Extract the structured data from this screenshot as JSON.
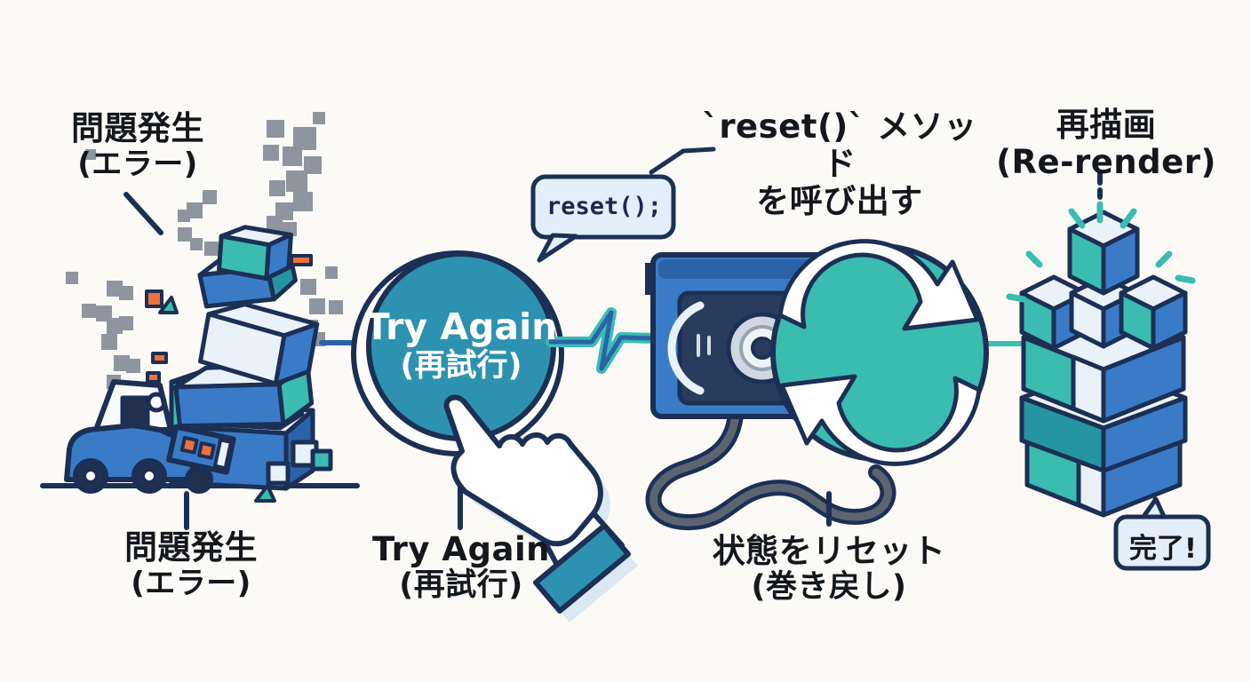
{
  "meta": {
    "title": "Error retry flow diagram (Try Again / reset)"
  },
  "colors": {
    "bg": "#fbfaf7",
    "ink": "#14171c",
    "navy": "#1c2f55",
    "blue": "#3a7bc8",
    "blue_dark": "#2b63a9",
    "teal": "#3abcb1",
    "teal_dark": "#2596a0",
    "button": "#2d92b0",
    "light": "#e9f2fa",
    "orange": "#f0703c",
    "smoke": "#8e959e",
    "bubble": "#e2eefa",
    "ribbon": "#5a6570",
    "reel_silver": "#cfd8e2",
    "window_navy": "#2a3c5e",
    "shadow": "#dbe7f1"
  },
  "labels": {
    "error_top": {
      "line1": "問題発生",
      "line2": "(エラー)"
    },
    "error_bottom": {
      "line1": "問題発生",
      "line2": "(エラー)"
    },
    "try_again_button": {
      "line1": "Try Again",
      "line2": "(再試行)"
    },
    "try_again_caption": {
      "line1": "Try Again",
      "line2": "(再試行)"
    },
    "reset_method": {
      "line1": "`reset()` メソッド",
      "line2": "を呼び出す"
    },
    "reset_code": "reset();",
    "state_reset_caption": {
      "line1": "状態をリセット",
      "line2": "(巻き戻し)"
    },
    "rerender": {
      "line1": "再描画",
      "line2": "(Re-render)"
    },
    "done_bubble": "完了!"
  },
  "icons": [
    "crashed-car-icon",
    "fallen-blocks-icon",
    "smoke-pixels-icon",
    "try-again-button",
    "hand-cursor-icon",
    "ecg-pulse-icon",
    "code-speech-bubble",
    "vhs-cassette-icon",
    "reset-cycle-icon",
    "rebuilt-blocks-icon",
    "sparkle-rays-icon",
    "done-speech-bubble"
  ]
}
